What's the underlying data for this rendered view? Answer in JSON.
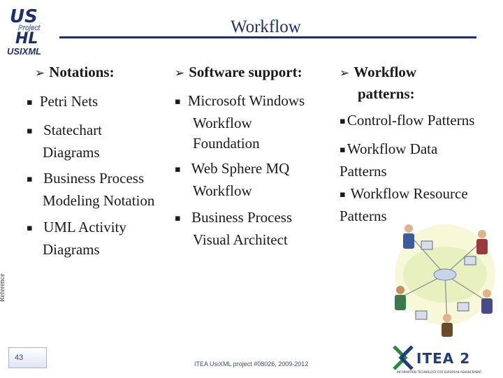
{
  "logo": {
    "top_text": "US",
    "middle_text": "Project",
    "bottom_text": "HL",
    "brand": "USIXML"
  },
  "title": "Workflow",
  "columns": {
    "notations": {
      "heading": "Notations:",
      "items": [
        {
          "lines": [
            "Petri Nets"
          ]
        },
        {
          "lines": [
            " Statechart",
            "Diagrams"
          ]
        },
        {
          "lines": [
            " Business Process",
            "Modeling Notation"
          ]
        },
        {
          "lines": [
            " UML Activity",
            "Diagrams"
          ]
        }
      ]
    },
    "software": {
      "heading": "Software support:",
      "items": [
        {
          "lines": [
            "Microsoft Windows",
            "Workflow",
            "Foundation"
          ]
        },
        {
          "lines": [
            " Web Sphere MQ",
            "Workflow"
          ]
        },
        {
          "lines": [
            " Business Process",
            "Visual Architect"
          ]
        }
      ]
    },
    "patterns": {
      "heading_line1": "Workflow",
      "heading_line2": "patterns:",
      "items": [
        {
          "lines": [
            "Control-flow Patterns"
          ]
        },
        {
          "lines": [
            "Workflow Data",
            "Patterns"
          ]
        },
        {
          "lines": [
            " Workflow Resource",
            "Patterns"
          ]
        }
      ]
    }
  },
  "side_label": "Reference",
  "page_number": "43",
  "footer": "ITEA UsiXML project #08026, 2009-2012",
  "sponsor": {
    "name": "ITEA 2",
    "tagline": "INFORMATION TECHNOLOGY FOR EUROPEAN ADVANCEMENT"
  },
  "colors": {
    "title": "#1f2f6b",
    "rule": "#1f2f6b",
    "logo": "#1f2f6b"
  }
}
